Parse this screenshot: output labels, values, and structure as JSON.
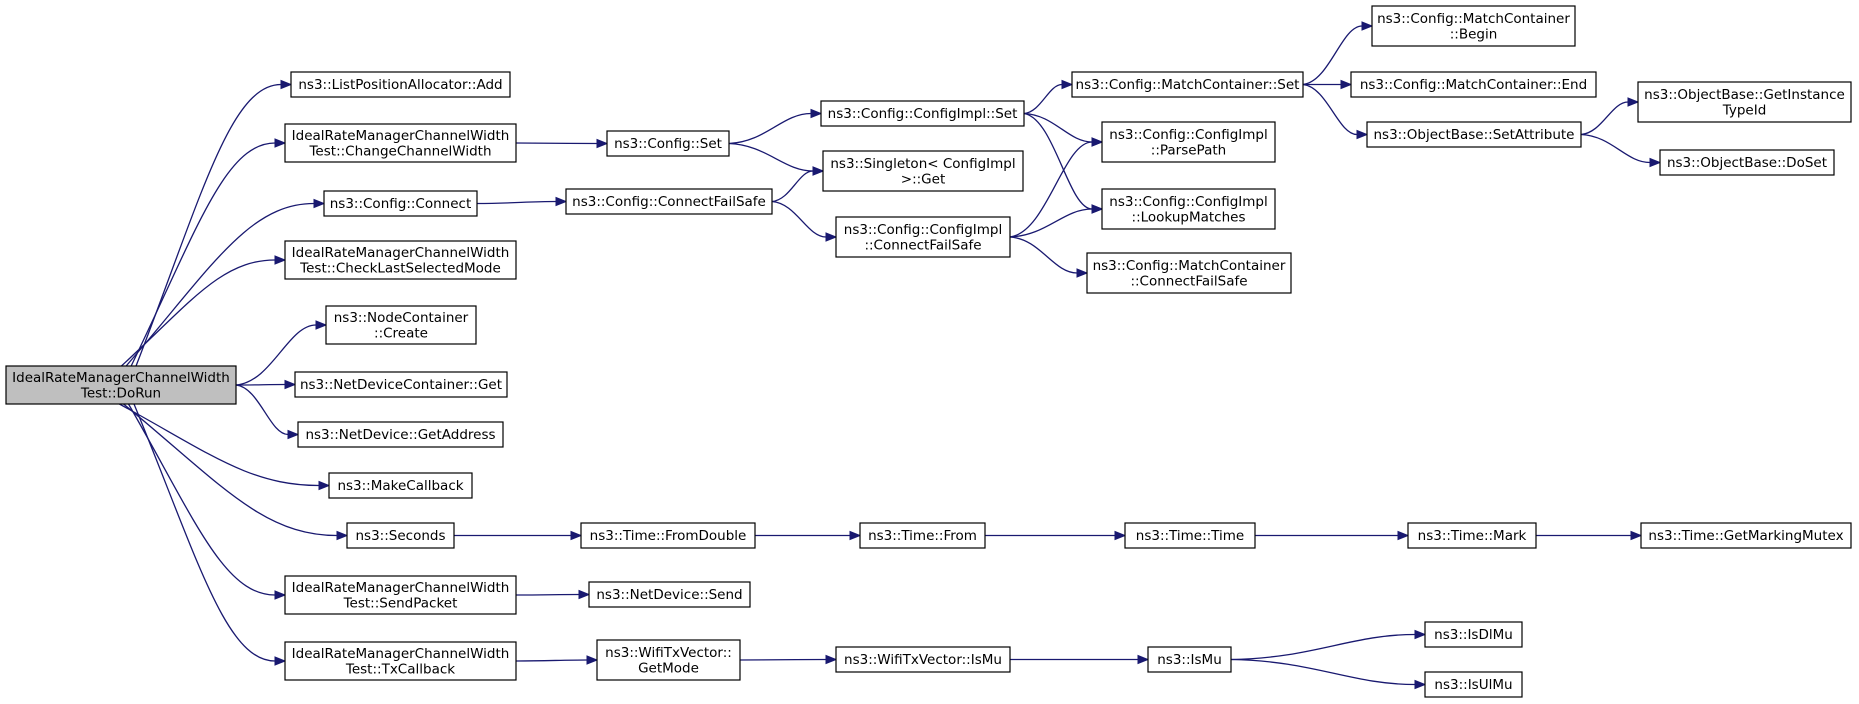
{
  "colors": {
    "edge": "#191970",
    "node_border": "#000000",
    "root_fill": "#bfbfbf",
    "node_fill": "#ffffff"
  },
  "nodes": {
    "root": [
      "IdealRateManagerChannelWidth",
      "Test::DoRun"
    ],
    "listPosAdd": [
      "ns3::ListPositionAllocator::Add"
    ],
    "changeWidth": [
      "IdealRateManagerChannelWidth",
      "Test::ChangeChannelWidth"
    ],
    "configConnect": [
      "ns3::Config::Connect"
    ],
    "checkLast": [
      "IdealRateManagerChannelWidth",
      "Test::CheckLastSelectedMode"
    ],
    "nodeCreate": [
      "ns3::NodeContainer",
      "::Create"
    ],
    "ndcGet": [
      "ns3::NetDeviceContainer::Get"
    ],
    "getAddress": [
      "ns3::NetDevice::GetAddress"
    ],
    "makeCallback": [
      "ns3::MakeCallback"
    ],
    "seconds": [
      "ns3::Seconds"
    ],
    "sendPacket": [
      "IdealRateManagerChannelWidth",
      "Test::SendPacket"
    ],
    "txCallback": [
      "IdealRateManagerChannelWidth",
      "Test::TxCallback"
    ],
    "configSet": [
      "ns3::Config::Set"
    ],
    "connectFailSafe": [
      "ns3::Config::ConnectFailSafe"
    ],
    "fromDouble": [
      "ns3::Time::FromDouble"
    ],
    "ndSend": [
      "ns3::NetDevice::Send"
    ],
    "getMode": [
      "ns3::WifiTxVector::",
      "GetMode"
    ],
    "implSet": [
      "ns3::Config::ConfigImpl::Set"
    ],
    "singletonGet": [
      "ns3::Singleton< ConfigImpl",
      ">::Get"
    ],
    "implConnectFailSafe": [
      "ns3::Config::ConfigImpl",
      "::ConnectFailSafe"
    ],
    "timeFrom": [
      "ns3::Time::From"
    ],
    "isMuVec": [
      "ns3::WifiTxVector::IsMu"
    ],
    "mcSet": [
      "ns3::Config::MatchContainer::Set"
    ],
    "parsePath": [
      "ns3::Config::ConfigImpl",
      "::ParsePath"
    ],
    "lookupMatches": [
      "ns3::Config::ConfigImpl",
      "::LookupMatches"
    ],
    "mcConnectFailSafe": [
      "ns3::Config::MatchContainer",
      "::ConnectFailSafe"
    ],
    "timeTime": [
      "ns3::Time::Time"
    ],
    "isMu": [
      "ns3::IsMu"
    ],
    "mcBegin": [
      "ns3::Config::MatchContainer",
      "::Begin"
    ],
    "mcEnd": [
      "ns3::Config::MatchContainer::End"
    ],
    "setAttribute": [
      "ns3::ObjectBase::SetAttribute"
    ],
    "timeMark": [
      "ns3::Time::Mark"
    ],
    "isDlMu": [
      "ns3::IsDlMu"
    ],
    "isUlMu": [
      "ns3::IsUlMu"
    ],
    "getInstanceTypeId": [
      "ns3::ObjectBase::GetInstance",
      "TypeId"
    ],
    "doSet": [
      "ns3::ObjectBase::DoSet"
    ],
    "getMarkingMutex": [
      "ns3::Time::GetMarkingMutex"
    ]
  },
  "edges": [
    [
      "root",
      "listPosAdd"
    ],
    [
      "root",
      "changeWidth"
    ],
    [
      "root",
      "configConnect"
    ],
    [
      "root",
      "checkLast"
    ],
    [
      "root",
      "nodeCreate"
    ],
    [
      "root",
      "ndcGet"
    ],
    [
      "root",
      "getAddress"
    ],
    [
      "root",
      "makeCallback"
    ],
    [
      "root",
      "seconds"
    ],
    [
      "root",
      "sendPacket"
    ],
    [
      "root",
      "txCallback"
    ],
    [
      "changeWidth",
      "configSet"
    ],
    [
      "configSet",
      "implSet"
    ],
    [
      "configSet",
      "singletonGet"
    ],
    [
      "configConnect",
      "connectFailSafe"
    ],
    [
      "connectFailSafe",
      "singletonGet"
    ],
    [
      "connectFailSafe",
      "implConnectFailSafe"
    ],
    [
      "implSet",
      "mcSet"
    ],
    [
      "implSet",
      "parsePath"
    ],
    [
      "implSet",
      "lookupMatches"
    ],
    [
      "implConnectFailSafe",
      "parsePath"
    ],
    [
      "implConnectFailSafe",
      "lookupMatches"
    ],
    [
      "implConnectFailSafe",
      "mcConnectFailSafe"
    ],
    [
      "mcSet",
      "mcBegin"
    ],
    [
      "mcSet",
      "mcEnd"
    ],
    [
      "mcSet",
      "setAttribute"
    ],
    [
      "setAttribute",
      "getInstanceTypeId"
    ],
    [
      "setAttribute",
      "doSet"
    ],
    [
      "seconds",
      "fromDouble"
    ],
    [
      "fromDouble",
      "timeFrom"
    ],
    [
      "timeFrom",
      "timeTime"
    ],
    [
      "timeTime",
      "timeMark"
    ],
    [
      "timeMark",
      "getMarkingMutex"
    ],
    [
      "sendPacket",
      "ndSend"
    ],
    [
      "txCallback",
      "getMode"
    ],
    [
      "getMode",
      "isMuVec"
    ],
    [
      "isMuVec",
      "isMu"
    ],
    [
      "isMu",
      "isDlMu"
    ],
    [
      "isMu",
      "isUlMu"
    ]
  ]
}
